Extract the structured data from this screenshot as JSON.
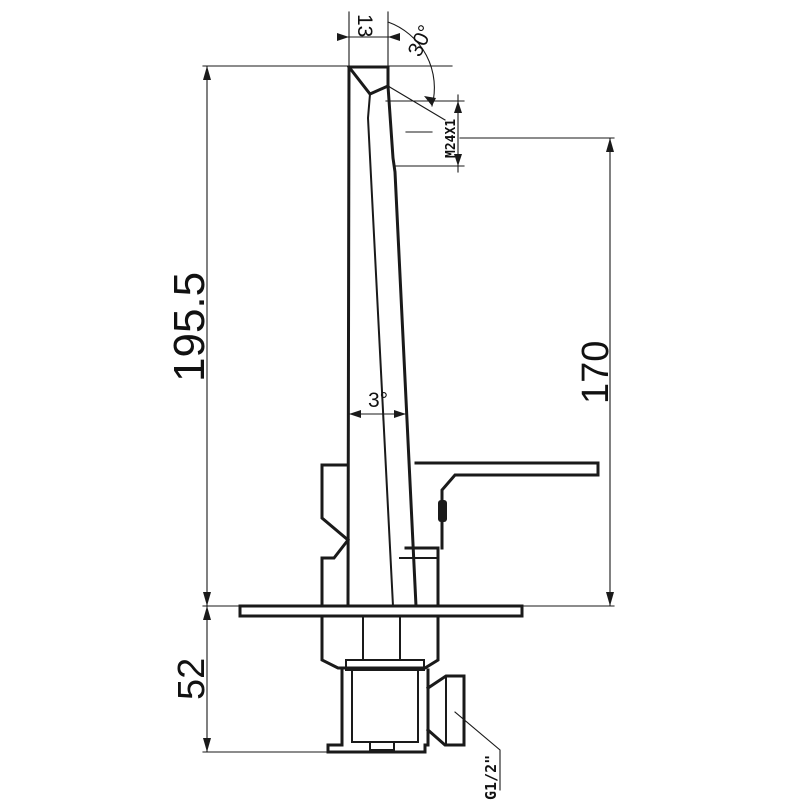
{
  "dimensions": {
    "overall_height": "195.5",
    "spout_height": "170",
    "base_height": "52",
    "spout_width": "13",
    "tip_angle": "30°",
    "tilt_angle": "3°",
    "thread_top": "M24X1",
    "thread_bottom": "G1/2\""
  },
  "colors": {
    "line": "#1a1a1a",
    "background": "#ffffff"
  }
}
